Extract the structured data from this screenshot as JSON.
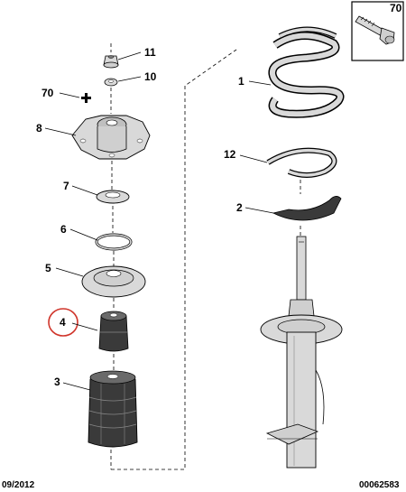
{
  "diagram": {
    "callouts": [
      {
        "id": "inset",
        "label": "70"
      },
      {
        "id": "p11",
        "label": "11"
      },
      {
        "id": "p10",
        "label": "10"
      },
      {
        "id": "p70",
        "label": "70"
      },
      {
        "id": "p8",
        "label": "8"
      },
      {
        "id": "p7",
        "label": "7"
      },
      {
        "id": "p6",
        "label": "6"
      },
      {
        "id": "p5",
        "label": "5"
      },
      {
        "id": "p4",
        "label": "4"
      },
      {
        "id": "p3",
        "label": "3"
      },
      {
        "id": "p1",
        "label": "1"
      },
      {
        "id": "p12",
        "label": "12"
      },
      {
        "id": "p2",
        "label": "2"
      }
    ],
    "footer": {
      "date": "09/2012",
      "reference": "00062583"
    },
    "colors": {
      "part_fill": "#d9d9d9",
      "part_dark": "#3a3a3a",
      "highlight_circle": "#d0352b"
    }
  }
}
